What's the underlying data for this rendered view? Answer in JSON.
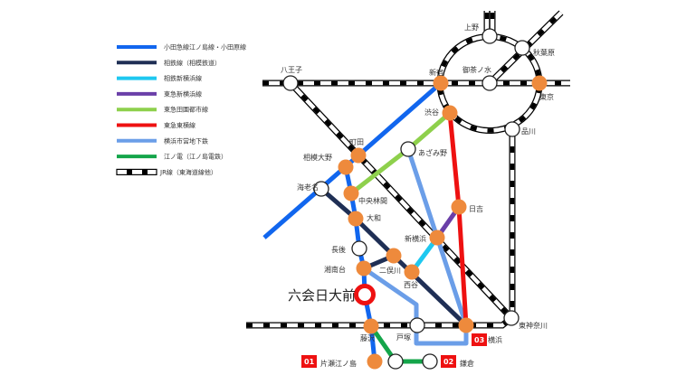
{
  "legend": [
    {
      "id": "odakyu",
      "label": "小田急線江ノ島線・小田原線",
      "color": "#1166ee"
    },
    {
      "id": "sotetsu",
      "label": "相鉄線（相模鉄道）",
      "color": "#1f2f55"
    },
    {
      "id": "sotetsu_shinyoko",
      "label": "相鉄新横浜線",
      "color": "#1ec8f0"
    },
    {
      "id": "tokyu_shinyoko",
      "label": "東急新横浜線",
      "color": "#6a3fa8"
    },
    {
      "id": "denentoshi",
      "label": "東急田園都市線",
      "color": "#8ed04c"
    },
    {
      "id": "toyoko",
      "label": "東急東横線",
      "color": "#ee1111"
    },
    {
      "id": "subway",
      "label": "横浜市営地下鉄",
      "color": "#6b9ee8"
    },
    {
      "id": "enoden",
      "label": "江ノ電（江ノ島電鉄）",
      "color": "#14a54a"
    },
    {
      "id": "jr",
      "label": "JR線（東海道線他）",
      "color": "#000000"
    }
  ],
  "colors": {
    "transfer": "#ee8a3c",
    "normal": "#ffffff",
    "current": "#ee1111",
    "badge": "#ee1111"
  },
  "current_station": "六会日大前",
  "stations": {
    "hachioji": "八王子",
    "shinjuku": "新宿",
    "ochanomizu": "御茶ノ水",
    "tokyo": "東京",
    "ueno": "上野",
    "akihabara": "秋葉原",
    "shibuya": "渋谷",
    "shinagawa": "品川",
    "machida": "町田",
    "sagamiono": "相模大野",
    "azamino": "あざみ野",
    "ebina": "海老名",
    "chuorinkan": "中央林間",
    "yamato": "大和",
    "hiyoshi": "日吉",
    "shinyokohama": "新横浜",
    "chogo": "長後",
    "futamatagawa": "二俣川",
    "shonandai": "湘南台",
    "nishiya": "西谷",
    "fujisawa": "藤沢",
    "totsuka": "戸塚",
    "yokohama": "横浜",
    "higashikanagawa": "東神奈川",
    "katase": "片瀬江ノ島",
    "kamakura": "鎌倉"
  },
  "badges": {
    "katase": "01",
    "kamakura": "02",
    "yokohama": "03"
  }
}
